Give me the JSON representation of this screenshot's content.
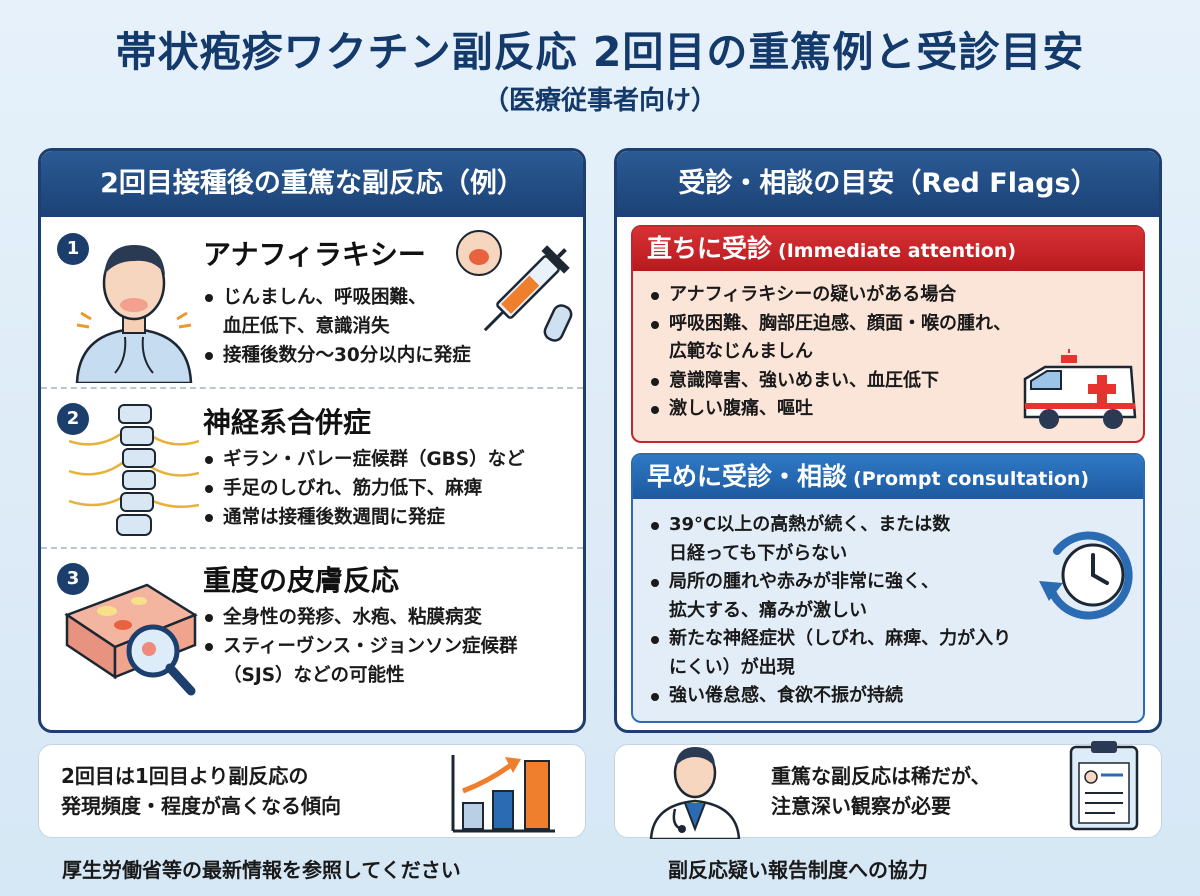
{
  "title": "帯状疱疹ワクチン副反応 2回目の重篤例と受診目安",
  "subtitle": "（医療従事者向け）",
  "left_panel": {
    "header": "2回目接種後の重篤な副反応（例）",
    "sections": [
      {
        "number": "1",
        "title": "アナフィラキシー",
        "bullets": [
          "じんましん、呼吸困難、",
          "血圧低下、意識消失",
          "接種後数分〜30分以内に発症"
        ]
      },
      {
        "number": "2",
        "title": "神経系合併症",
        "bullets": [
          "ギラン・バレー症候群（GBS）など",
          "手足のしびれ、筋力低下、麻痺",
          "通常は接種後数週間に発症"
        ]
      },
      {
        "number": "3",
        "title": "重度の皮膚反応",
        "bullets": [
          "全身性の発疹、水疱、粘膜病変",
          "スティーヴンス・ジョンソン症候群",
          "（SJS）などの可能性"
        ]
      }
    ]
  },
  "right_panel": {
    "header": "受診・相談の目安（Red Flags）",
    "immediate": {
      "title_jp": "直ちに受診",
      "title_en": "(Immediate attention)",
      "bullets": [
        "アナフィラキシーの疑いがある場合",
        "呼吸困難、胸部圧迫感、顔面・喉の腫れ、",
        "広範なじんましん",
        "意識障害、強いめまい、血圧低下",
        "激しい腹痛、嘔吐"
      ]
    },
    "prompt": {
      "title_jp": "早めに受診・相談",
      "title_en": "(Prompt consultation)",
      "bullets": [
        "39°C以上の高熱が続く、または数",
        "日経っても下がらない",
        "局所の腫れや赤みが非常に強く、",
        "拡大する、痛みが激しい",
        "新たな神経症状（しびれ、麻痺、力が入り",
        "にくい）が出現",
        "強い倦怠感、食欲不振が持続"
      ]
    }
  },
  "bottom_left": {
    "line1": "2回目は1回目より副反応の",
    "line2": "発現頻度・程度が高くなる傾向"
  },
  "bottom_right": {
    "line1": "重篤な副反応は稀だが、",
    "line2": "注意深い観察が必要"
  },
  "footer_left": "厚生労働省等の最新情報を参照してください",
  "footer_right": "副反応疑い報告制度への協力",
  "colors": {
    "navy": "#1b4276",
    "red": "#c2262b",
    "blue": "#2a6bb4",
    "orange": "#ef7e2d"
  }
}
